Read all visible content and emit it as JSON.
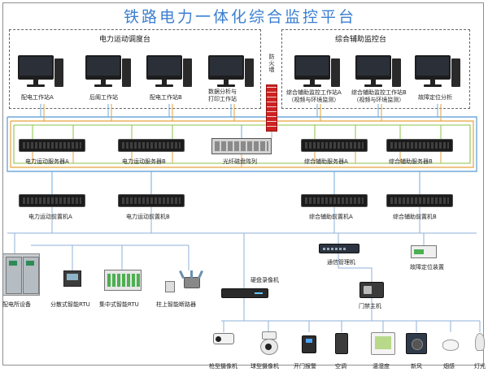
{
  "title": "铁路电力一体化综合监控平台",
  "groups": {
    "left": "电力运动调度台",
    "right": "综合辅助监控台"
  },
  "workstations": [
    {
      "id": "ws1",
      "label": "配电工作站A"
    },
    {
      "id": "ws2",
      "label": "后阁工作站"
    },
    {
      "id": "ws3",
      "label": "配电工作站B"
    },
    {
      "id": "ws4",
      "label": "数据分析与\n打印工作站"
    },
    {
      "id": "ws5",
      "label": "综合辅助监控工作站A\n（视频与环境监测）"
    },
    {
      "id": "ws6",
      "label": "综合辅助监控工作站B\n（视频与环境监测）"
    },
    {
      "id": "ws7",
      "label": "故障定位分析"
    }
  ],
  "firewall": "防火墙",
  "servers": [
    {
      "id": "sv1",
      "label": "电力运动服务器A"
    },
    {
      "id": "sv2",
      "label": "电力运动服务器B"
    },
    {
      "id": "sv3",
      "label": "光纤磁盘阵列"
    },
    {
      "id": "sv4",
      "label": "综合辅助服务器A"
    },
    {
      "id": "sv5",
      "label": "综合辅助服务器B"
    }
  ],
  "frontend": [
    {
      "id": "fe1",
      "label": "电力运动前置机A"
    },
    {
      "id": "fe2",
      "label": "电力运动前置机B"
    },
    {
      "id": "fe3",
      "label": "综合辅助前置机A"
    },
    {
      "id": "fe4",
      "label": "综合辅助前置机B"
    }
  ],
  "field": {
    "cabinet": "配电所设备",
    "rtu1": "分散式智能RTU",
    "rtu2": "集中式智能RTU",
    "switch": "柱上智能断路器",
    "nvr": "硬盘录像机",
    "comm": "通信管理机",
    "fault": "故障定位装置",
    "access": "门禁主机"
  },
  "sensors": [
    {
      "id": "s1",
      "label": "枪型摄像机"
    },
    {
      "id": "s2",
      "label": "球型摄像机"
    },
    {
      "id": "s3",
      "label": "开门报警"
    },
    {
      "id": "s4",
      "label": "空调"
    },
    {
      "id": "s5",
      "label": "温湿度"
    },
    {
      "id": "s6",
      "label": "新风"
    },
    {
      "id": "s7",
      "label": "烟感"
    },
    {
      "id": "s8",
      "label": "灯光"
    }
  ],
  "colors": {
    "title": "#3a7fd0",
    "net_blue": "#6fa8dc",
    "net_orange": "#e6a23c",
    "net_green": "#8bc34a",
    "line": "#8fb0d8"
  }
}
